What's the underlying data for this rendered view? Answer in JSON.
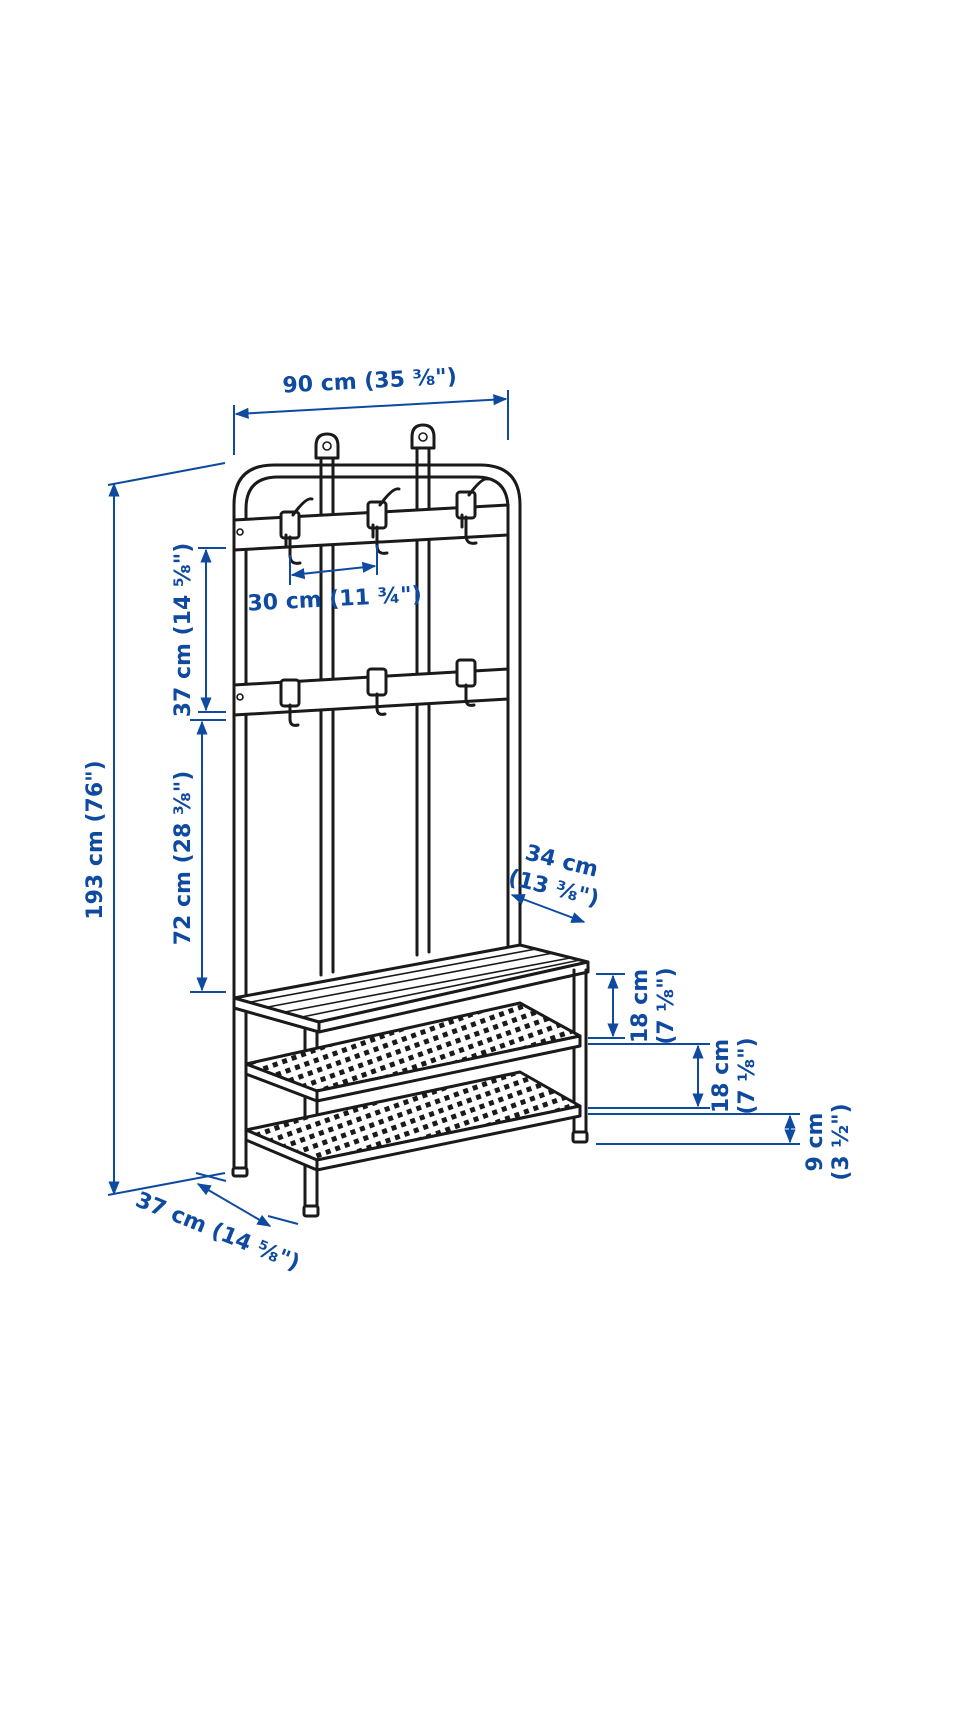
{
  "colors": {
    "dimension": "#0f4aa1",
    "outline": "#1a1a1a",
    "background": "#ffffff"
  },
  "dimensions": {
    "width_total": "90 cm (35 ⅜\")",
    "height_total": "193 cm (76\")",
    "hook_spacing": "30 cm (11 ¾\")",
    "rail_spacing": "37 cm (14 ⅝\")",
    "lower_rail_height": "72 cm (28 ⅜\")",
    "bench_depth_line1": "34 cm",
    "bench_depth_line2": "(13 ⅜\")",
    "seat_to_shelf_line1": "18 cm",
    "seat_to_shelf_line2": "(7 ⅛\")",
    "shelf_to_shelf_line1": "18 cm",
    "shelf_to_shelf_line2": "(7 ⅛\")",
    "shelf_to_floor_line1": "9 cm",
    "shelf_to_floor_line2": "(3 ½\")",
    "depth_total": "37 cm (14 ⅝\")"
  }
}
